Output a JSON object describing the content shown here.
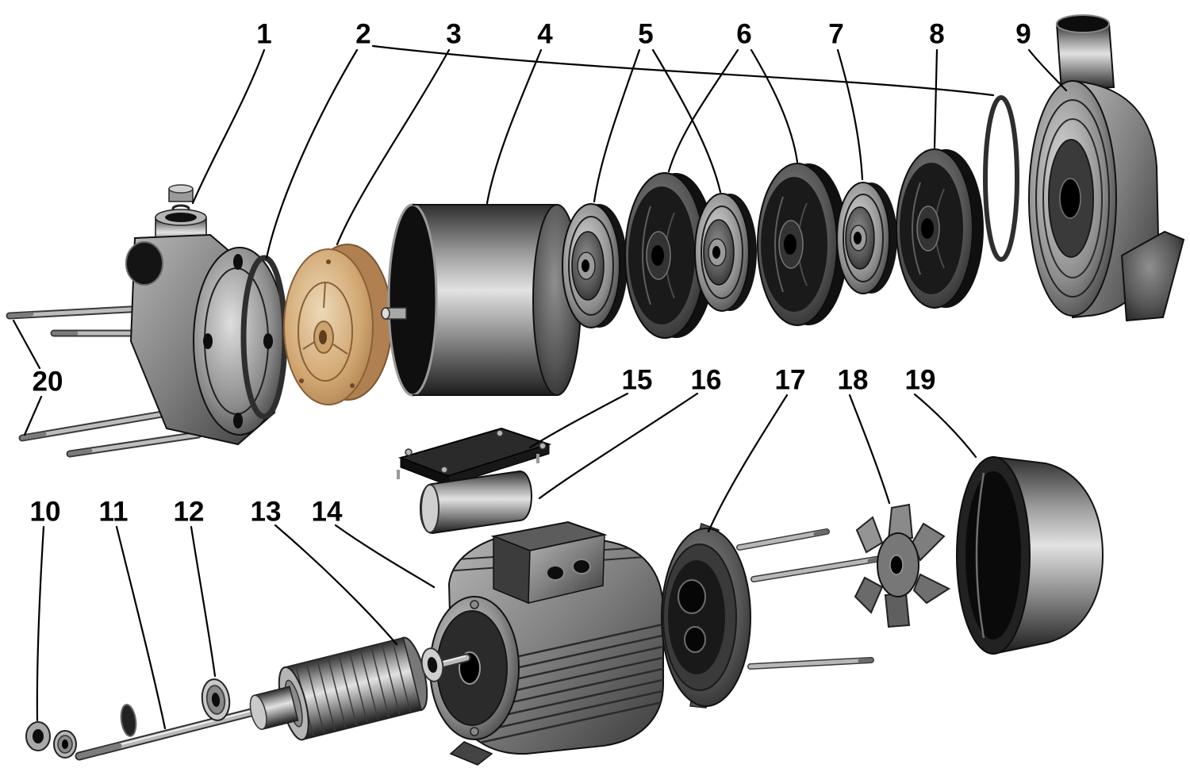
{
  "colors": {
    "background": "#ffffff",
    "leader_line": "#000000",
    "label_text": "#000000",
    "metal_dark": "#1c1c1c",
    "metal_light": "#e2e2e2",
    "tan_light": "#ecd9b8",
    "tan_mid": "#d2a873",
    "tan_dark": "#9c7040"
  },
  "callouts": {
    "c1": {
      "label": "1"
    },
    "c2": {
      "label": "2"
    },
    "c3": {
      "label": "3"
    },
    "c4": {
      "label": "4"
    },
    "c5": {
      "label": "5"
    },
    "c6": {
      "label": "6"
    },
    "c7": {
      "label": "7"
    },
    "c8": {
      "label": "8"
    },
    "c9": {
      "label": "9"
    },
    "c10": {
      "label": "10"
    },
    "c11": {
      "label": "11"
    },
    "c12": {
      "label": "12"
    },
    "c13": {
      "label": "13"
    },
    "c14": {
      "label": "14"
    },
    "c15": {
      "label": "15"
    },
    "c16": {
      "label": "16"
    },
    "c17": {
      "label": "17"
    },
    "c18": {
      "label": "18"
    },
    "c19": {
      "label": "19"
    },
    "c20": {
      "label": "20"
    }
  }
}
